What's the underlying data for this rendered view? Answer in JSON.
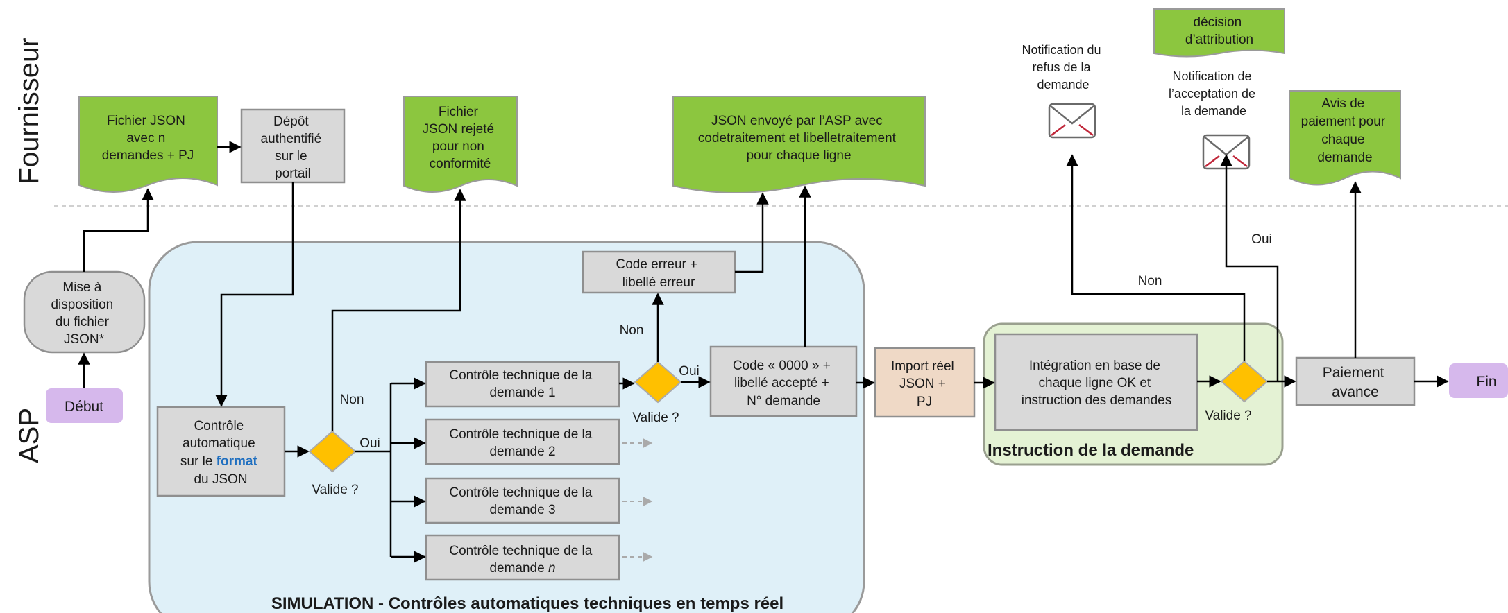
{
  "lanes": {
    "top": "Fournisseur",
    "bottom": "ASP"
  },
  "regions": {
    "simulation": "SIMULATION - Contrôles automatiques techniques en temps réel",
    "instruction": "Instruction de la demande"
  },
  "nodes": {
    "mise_a_disposition": [
      "Mise à",
      "disposition",
      "du fichier",
      "JSON*"
    ],
    "debut": [
      "Début"
    ],
    "fichier_json": [
      "Fichier JSON",
      "avec n",
      "demandes + PJ"
    ],
    "depot": [
      "Dépôt",
      "authentifié",
      "sur le",
      "portail"
    ],
    "fichier_rejete": [
      "Fichier",
      "JSON rejeté",
      "pour non",
      "conformité"
    ],
    "json_envoye": [
      "JSON envoyé par l’ASP avec",
      "codetraitement et libelletraitement",
      "pour chaque ligne"
    ],
    "notif_refus": [
      "Notification du",
      "refus de la",
      "demande"
    ],
    "decision": [
      "décision",
      "d’attribution"
    ],
    "notif_acceptation": [
      "Notification de",
      "l’acceptation de",
      "la demande"
    ],
    "avis_paiement": [
      "Avis de",
      "paiement pour",
      "chaque",
      "demande"
    ],
    "controle_auto": {
      "l1": "Contrôle",
      "l2": "automatique",
      "l3_prefix": "sur le ",
      "l3_highlight": "format",
      "l4": "du JSON"
    },
    "controle_1": [
      "Contrôle technique de la",
      "demande 1"
    ],
    "controle_2": [
      "Contrôle technique de la",
      "demande 2"
    ],
    "controle_3": [
      "Contrôle technique de la",
      "demande 3"
    ],
    "controle_n": {
      "l1": "Contrôle technique de la",
      "l2_prefix": "demande ",
      "l2_italic": "n"
    },
    "code_erreur": [
      "Code erreur +",
      "libellé erreur"
    ],
    "code_0000": [
      "Code « 0000 » +",
      "libellé accepté +",
      "N° demande"
    ],
    "import_reel": [
      "Import réel",
      "JSON +",
      "PJ"
    ],
    "integration": [
      "Intégration en base de",
      "chaque ligne OK et",
      "instruction des demandes"
    ],
    "paiement": [
      "Paiement",
      "avance"
    ],
    "fin": [
      "Fin"
    ]
  },
  "decisions": {
    "d1": "Valide ?",
    "d2": "Valide ?",
    "d3": "Valide ?"
  },
  "edge_labels": {
    "non_1": "Non",
    "oui_1": "Oui",
    "non_2": "Non",
    "oui_2": "Oui",
    "non_3": "Non",
    "oui_3": "Oui"
  },
  "colors": {
    "green_doc": "#8cc63f",
    "gray_box": "#d9d9d9",
    "simulation_bg": "#dff0f8",
    "instruction_bg": "#e4f2d4",
    "import_box": "#efd9c6",
    "terminal": "#d6b8ec",
    "diamond": "#ffc000",
    "highlight_text": "#1f6fc0",
    "mail_red": "#c0273a"
  }
}
